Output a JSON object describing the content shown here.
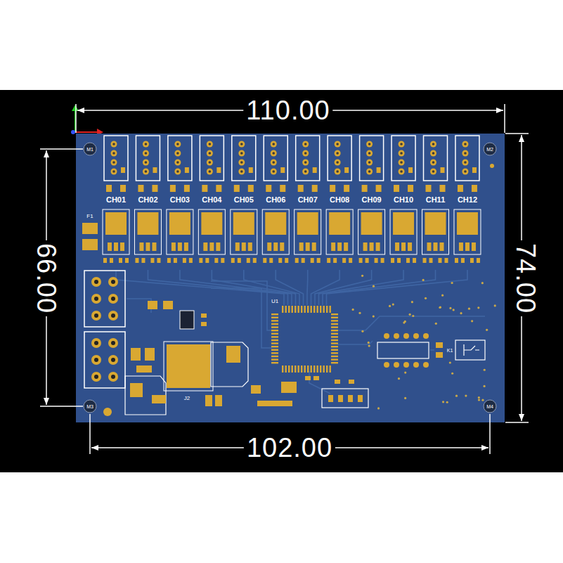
{
  "diagram": {
    "labels": [
      "110.00",
      "74.00",
      "66.00",
      "102.00",
      "CH01",
      "CH02",
      "CH03",
      "CH04",
      "CH05",
      "CH06",
      "CH07",
      "CH08",
      "CH09",
      "CH10",
      "CH11",
      "CH12",
      "M1",
      "M2",
      "M3",
      "M4",
      "F1",
      "U1",
      "K1",
      "J2"
    ]
  }
}
